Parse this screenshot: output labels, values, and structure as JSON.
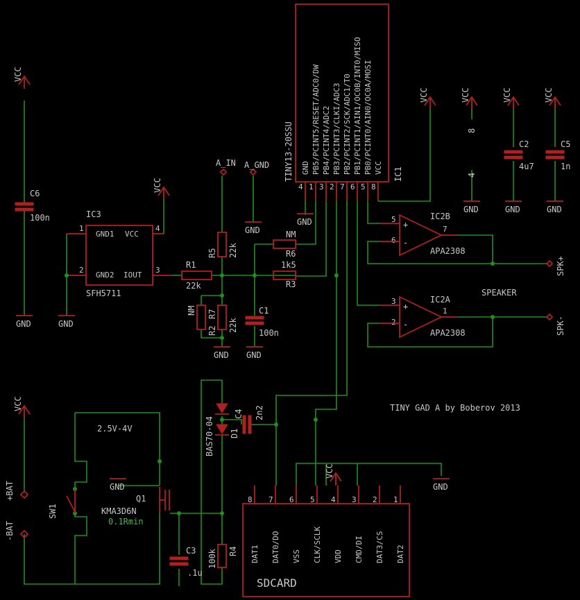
{
  "title": "TINY GAD A by Boberov 2013",
  "ic1": {
    "part": "TINY13-20SSU",
    "ref": "IC1",
    "pins": [
      {
        "num": "4",
        "name": "GND"
      },
      {
        "num": "1",
        "name": "PB5/PCINT5/RESET/ADC0/DW"
      },
      {
        "num": "3",
        "name": "PB4/PCINT4/ADC2"
      },
      {
        "num": "2",
        "name": "PB3/PCINT3/CLKI/ADC3"
      },
      {
        "num": "7",
        "name": "PB2/PCINT2/SCK/ADC1/T0"
      },
      {
        "num": "6",
        "name": "PB1/PCINT1/AIN1/OC0B/INT0/MISO"
      },
      {
        "num": "5",
        "name": "PB0/PCINT0/AIN0/OC0A/MOSI"
      },
      {
        "num": "8",
        "name": "VCC"
      }
    ]
  },
  "ic3": {
    "ref": "IC3",
    "part": "SFH5711",
    "gnd1": "GND1",
    "vcc": "VCC",
    "gnd2": "GND2",
    "iout": "IOUT",
    "p1": "1",
    "p2": "2",
    "p3": "3",
    "p4": "4"
  },
  "ic2b": {
    "ref": "IC2B",
    "part": "APA2308",
    "plus": "5",
    "minus": "6",
    "out": "7"
  },
  "ic2a": {
    "ref": "IC2A",
    "part": "APA2308",
    "plus": "3",
    "minus": "2",
    "out": "1"
  },
  "power": {
    "n8": "8",
    "n4": "4"
  },
  "labels": {
    "vcc": "VCC",
    "gnd": "GND",
    "a_in": "A_IN",
    "a_gnd": "A_GND",
    "speaker": "SPEAKER",
    "spk_plus": "SPK+",
    "spk_minus": "SPK-",
    "bat_plus": "+BAT",
    "bat_minus": "-BAT",
    "range": "2.5V-4V",
    "sw1": "SW1",
    "q1": "Q1",
    "q1_part": "KMA3D6N",
    "q1_note": "0.1Rmin",
    "bas": "BAS70-04",
    "d1": "D1"
  },
  "components": {
    "c6_ref": "C6",
    "c6_val": "100n",
    "c2_ref": "C2",
    "c2_val": "4u7",
    "c5_ref": "C5",
    "c5_val": "1n",
    "r1_ref": "R1",
    "r1_val": "22k",
    "r5_ref": "R5",
    "r5_val": "22k",
    "r6_ref": "R6",
    "r6_val": "NM",
    "r3_ref": "R3",
    "r3_val": "1k5",
    "r2_ref": "R2",
    "r2_val": "NM",
    "r7_ref": "R7",
    "r7_val": "22k",
    "c1_ref": "C1",
    "c1_val": "100n",
    "c4_ref": "C4",
    "c4_val": "2n2",
    "c3_ref": "C3",
    "c3_val": ".1u",
    "r4_ref": "R4",
    "r4_val": "100k"
  },
  "sdcard": {
    "label": "SDCARD",
    "pins": [
      {
        "num": "8",
        "name": "DAT1"
      },
      {
        "num": "7",
        "name": "DAT0/DO"
      },
      {
        "num": "6",
        "name": "VSS"
      },
      {
        "num": "5",
        "name": "CLK/SCLK"
      },
      {
        "num": "4",
        "name": "VDD"
      },
      {
        "num": "3",
        "name": "CMD/DI"
      },
      {
        "num": "2",
        "name": "DAT3/CS"
      },
      {
        "num": "1",
        "name": "DAT2"
      }
    ]
  }
}
